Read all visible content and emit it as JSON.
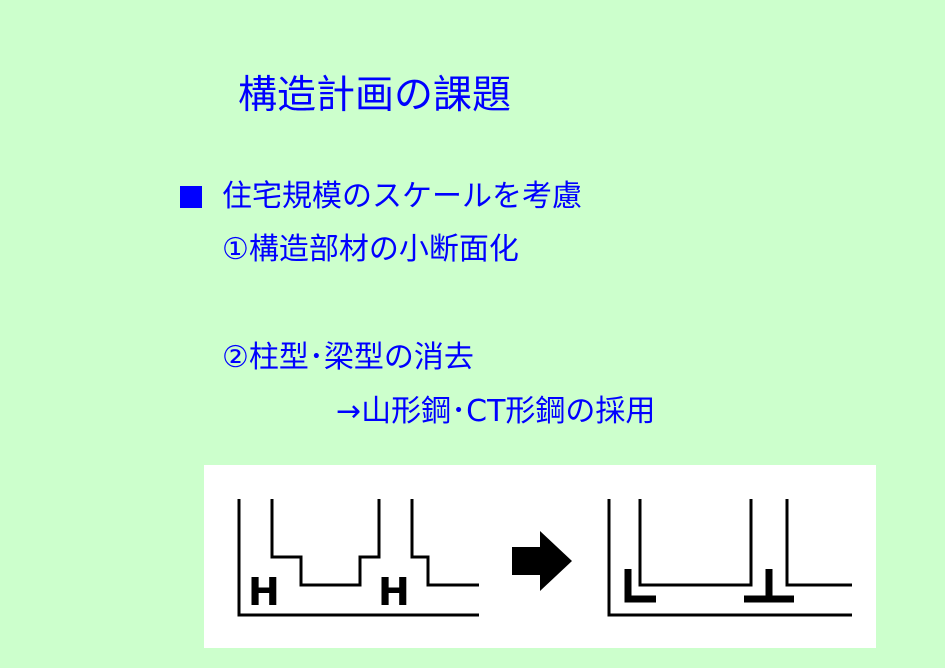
{
  "title": "構造計画の課題",
  "bullet": {
    "line1": "住宅規模のスケールを考慮",
    "line2": "①構造部材の小断面化",
    "line3": "②柱型･梁型の消去",
    "line4": "→山形鋼･CT形鋼の採用"
  },
  "diagram": {
    "before_labels": [
      "H",
      "H"
    ],
    "arrow": "right-arrow"
  }
}
